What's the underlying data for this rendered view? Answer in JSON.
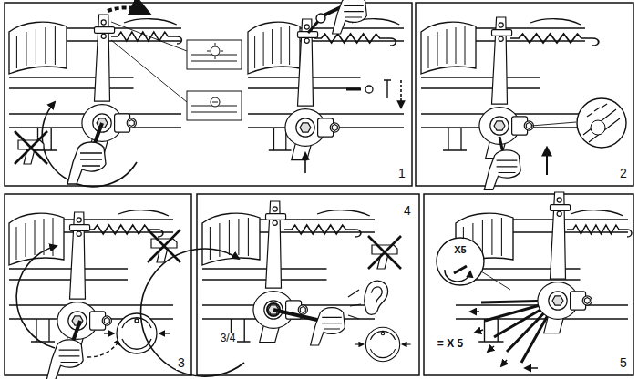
{
  "diagram": {
    "labels": [
      "1",
      "2",
      "3",
      "3/4",
      "4",
      "X5",
      "= X 5",
      "5"
    ]
  }
}
